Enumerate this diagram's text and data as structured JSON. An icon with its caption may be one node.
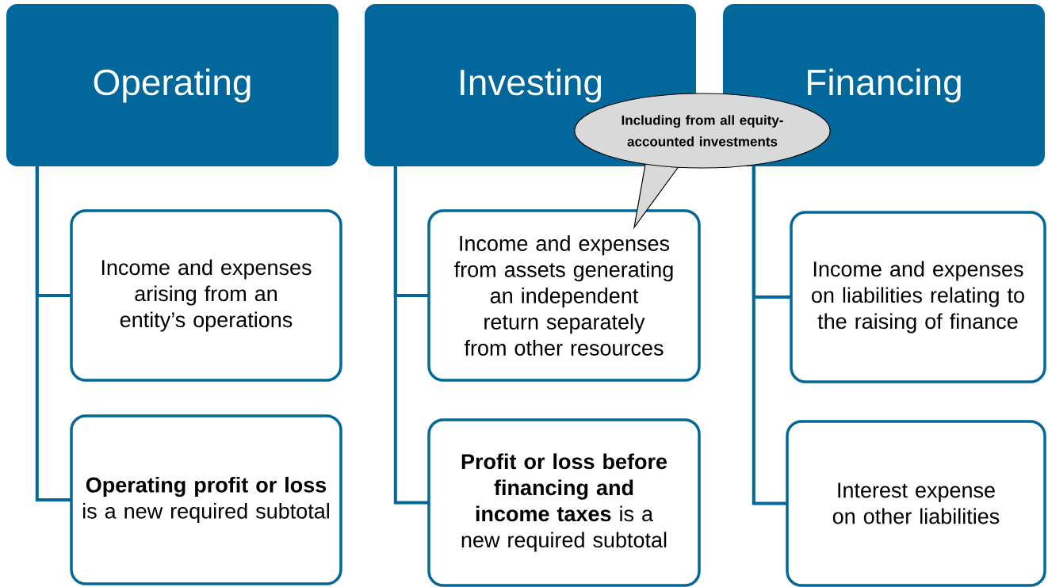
{
  "diagram": {
    "nodes": [
      {
        "text": [
          "Operating"
        ]
      },
      {
        "text": [
          "Income and expenses arising from an entity’s operations"
        ]
      },
      {
        "text": [
          "**Operating profit or loss** is a new required subtotal"
        ]
      },
      {
        "text": [
          "Investing"
        ]
      },
      {
        "text": [
          "Income and expenses from assets generating an independent return separately from other resources"
        ]
      },
      {
        "text": [
          "**Profit or loss before financing and income taxes** is a new required subtotal"
        ]
      },
      {
        "text": [
          "Financing"
        ]
      },
      {
        "text": [
          "Income and expenses on liabilities relating to the raising of finance"
        ]
      },
      {
        "text": [
          "Interest expense on other liabilities"
        ]
      },
      {
        "text": [
          "Including from all equity-accounted investments"
        ]
      }
    ],
    "edges": [
      {
        "from": 0,
        "to": 1,
        "arrow": "none"
      },
      {
        "from": 0,
        "to": 2,
        "arrow": "none"
      },
      {
        "from": 3,
        "to": 4,
        "arrow": "none"
      },
      {
        "from": 3,
        "to": 5,
        "arrow": "none"
      },
      {
        "from": 6,
        "to": 7,
        "arrow": "none"
      },
      {
        "from": 6,
        "to": 8,
        "arrow": "none"
      }
    ]
  }
}
